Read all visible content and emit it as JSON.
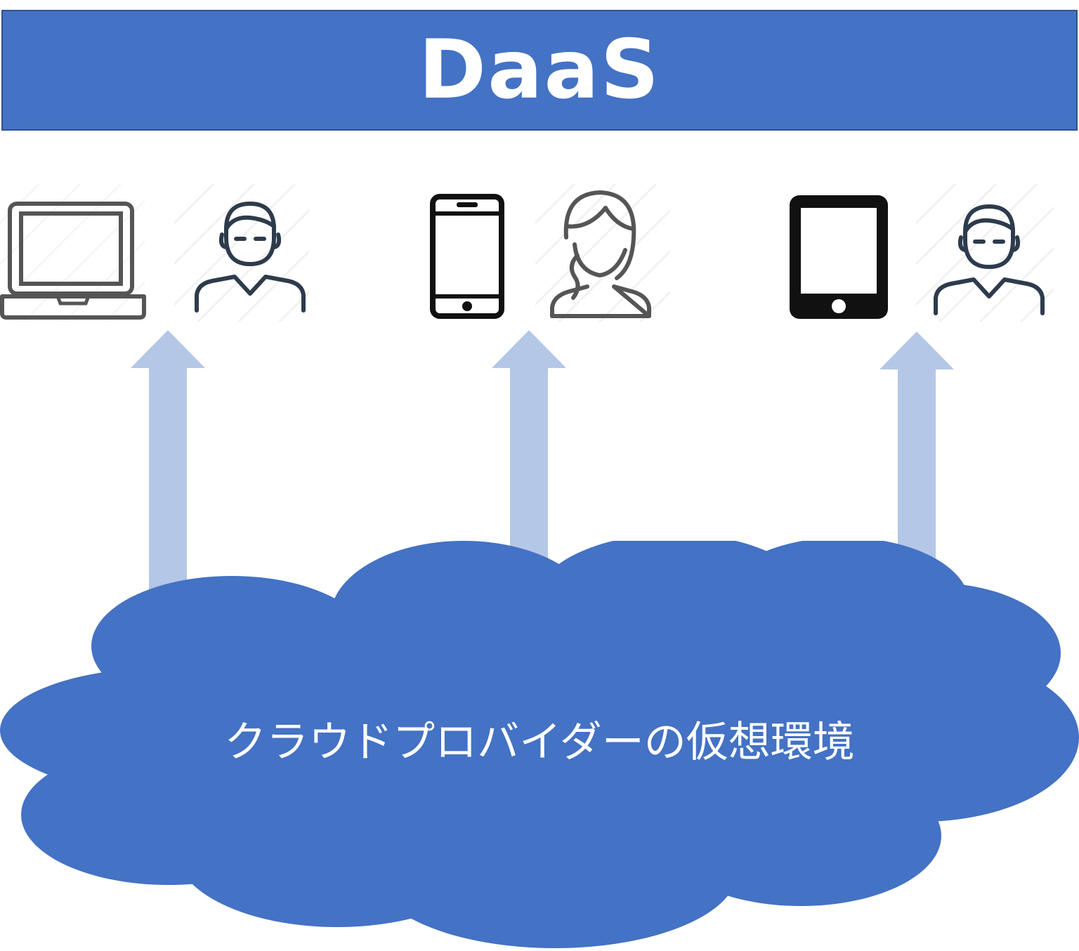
{
  "banner": {
    "title": "DaaS",
    "color": "#4472c4"
  },
  "devices": [
    {
      "device_icon": "laptop-icon",
      "user_icon": "user-male-icon"
    },
    {
      "device_icon": "smartphone-icon",
      "user_icon": "user-female-icon"
    },
    {
      "device_icon": "tablet-icon",
      "user_icon": "user-male-icon"
    }
  ],
  "arrows": {
    "color": "#b4c7e7",
    "direction": "up",
    "count": 3
  },
  "cloud": {
    "label": "クラウドプロバイダーの仮想環境",
    "color": "#4472c4"
  }
}
